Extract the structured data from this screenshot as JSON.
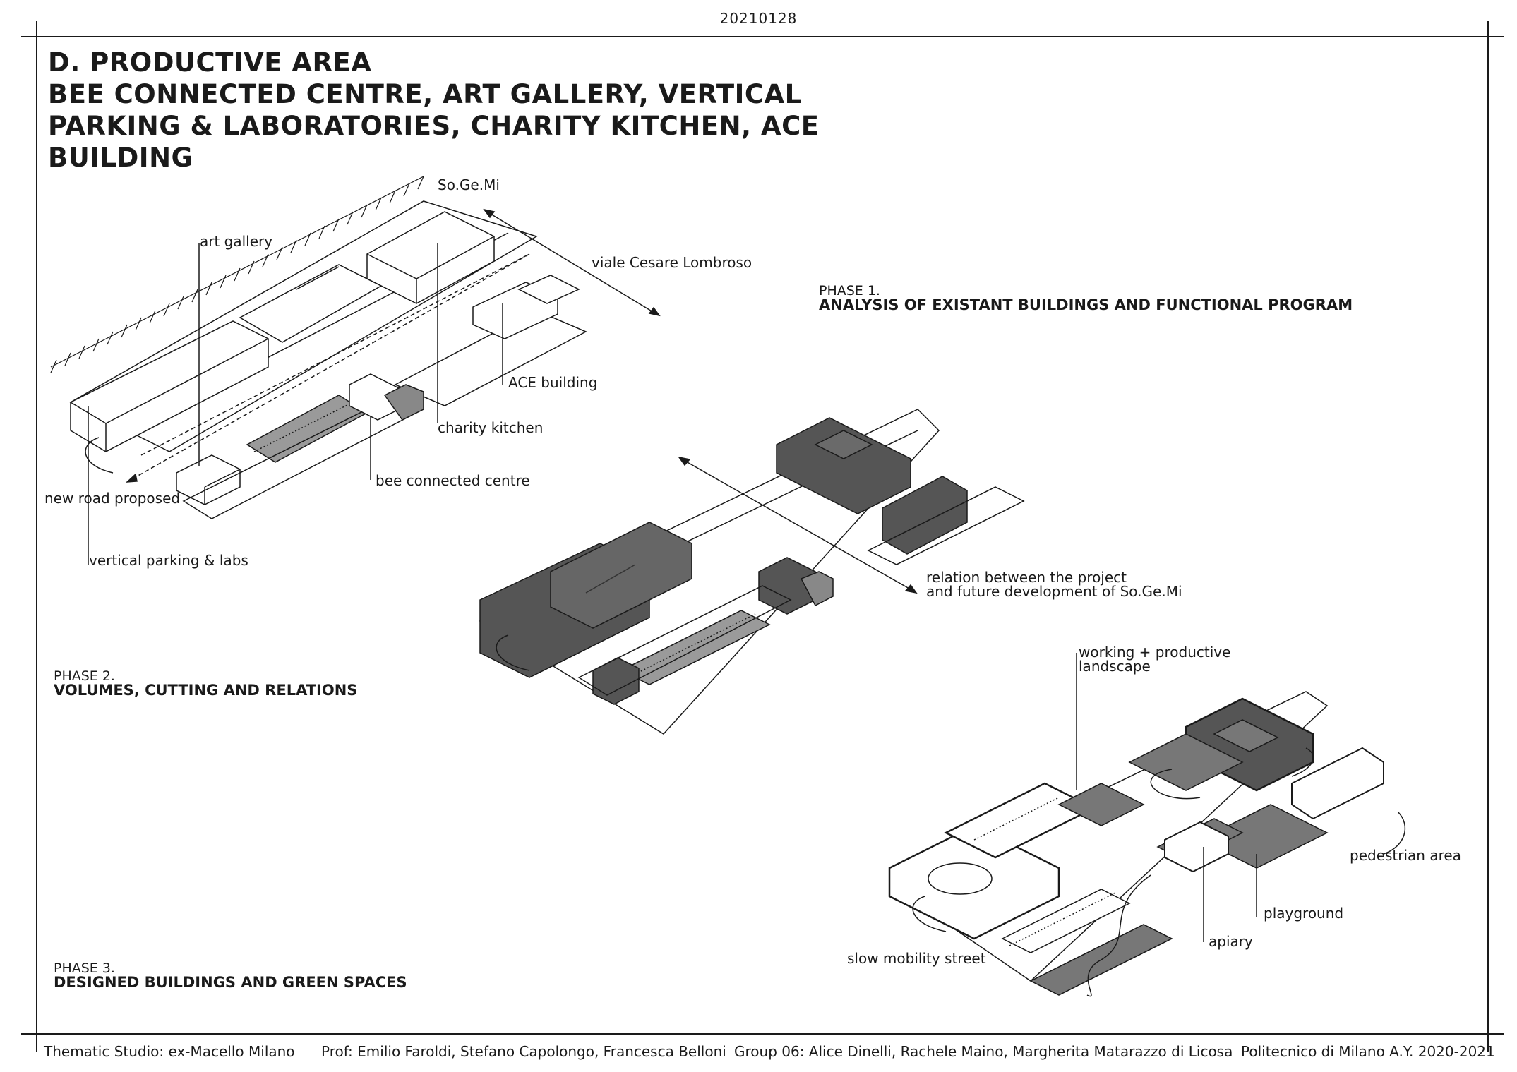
{
  "header": {
    "date": "20210128"
  },
  "title": {
    "line1": "D. PRODUCTIVE AREA",
    "line2": "BEE CONNECTED CENTRE, ART GALLERY, VERTICAL",
    "line3": "PARKING & LABORATORIES, CHARITY KITCHEN, ACE",
    "line4": "BUILDING"
  },
  "phase1": {
    "heading": "PHASE 1.",
    "subtitle": "ANALYSIS OF EXISTANT BUILDINGS AND FUNCTIONAL PROGRAM",
    "labels": {
      "sogemi": "So.Ge.Mi",
      "art_gallery": "art gallery",
      "viale": "viale Cesare Lombroso",
      "ace_building": "ACE building",
      "charity_kitchen": "charity kitchen",
      "bee_centre": "bee connected centre",
      "new_road": "new road proposed",
      "vertical_parking": "vertical parking & labs"
    }
  },
  "phase2": {
    "heading": "PHASE 2.",
    "subtitle": "VOLUMES, CUTTING AND RELATIONS",
    "labels": {
      "relation_line1": "relation between the project",
      "relation_line2": "and future development of So.Ge.Mi"
    }
  },
  "phase3": {
    "heading": "PHASE 3.",
    "subtitle": "DESIGNED BUILDINGS AND GREEN SPACES",
    "labels": {
      "working_line1": "working + productive",
      "working_line2": "landscape",
      "pedestrian": "pedestrian area",
      "playground": "playground",
      "apiary": "apiary",
      "slow_mobility": "slow mobility street"
    }
  },
  "footer": {
    "studio": "Thematic Studio: ex-Macello Milano",
    "profs": "Prof: Emilio Faroldi, Stefano Capolongo, Francesca Belloni",
    "group": "Group 06: Alice Dinelli, Rachele Maino, Margherita Matarazzo di Licosa",
    "school": "Politecnico di Milano A.Y. 2020-2021"
  },
  "colors": {
    "ink": "#1a1a1a",
    "dark_volume": "#5a5a5a",
    "grey_fill": "#9a9a9a"
  }
}
